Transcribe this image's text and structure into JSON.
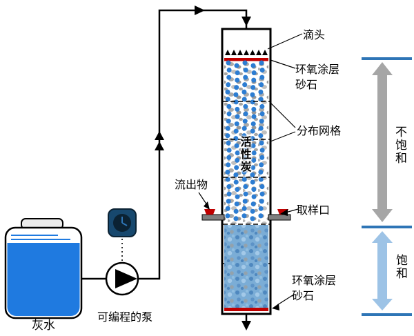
{
  "labels": {
    "gray_water": "灰水",
    "pump": "可编程的泵",
    "drip_head": "滴头",
    "epoxy_sand_top": "环氧涂层\n砂石",
    "distribution_grid": "分布网格",
    "activated_carbon": "活性炭",
    "effluent": "流出物",
    "sampling_port": "取样口",
    "epoxy_sand_bottom": "环氧涂层\n砂石",
    "unsaturated": "不饱和",
    "saturated": "饱和"
  },
  "colors": {
    "water": "#1f7ae0",
    "epoxy_red": "#c00000",
    "unsaturated_gray": "#a6a6a6",
    "saturated_blue": "#9dc3e6",
    "divider_blue": "#2e75b6",
    "stream_blue": "#2d7dd2",
    "controller_navy": "#17486e",
    "controller_dial": "#0b2233",
    "port_gray": "#7f7f7f"
  }
}
